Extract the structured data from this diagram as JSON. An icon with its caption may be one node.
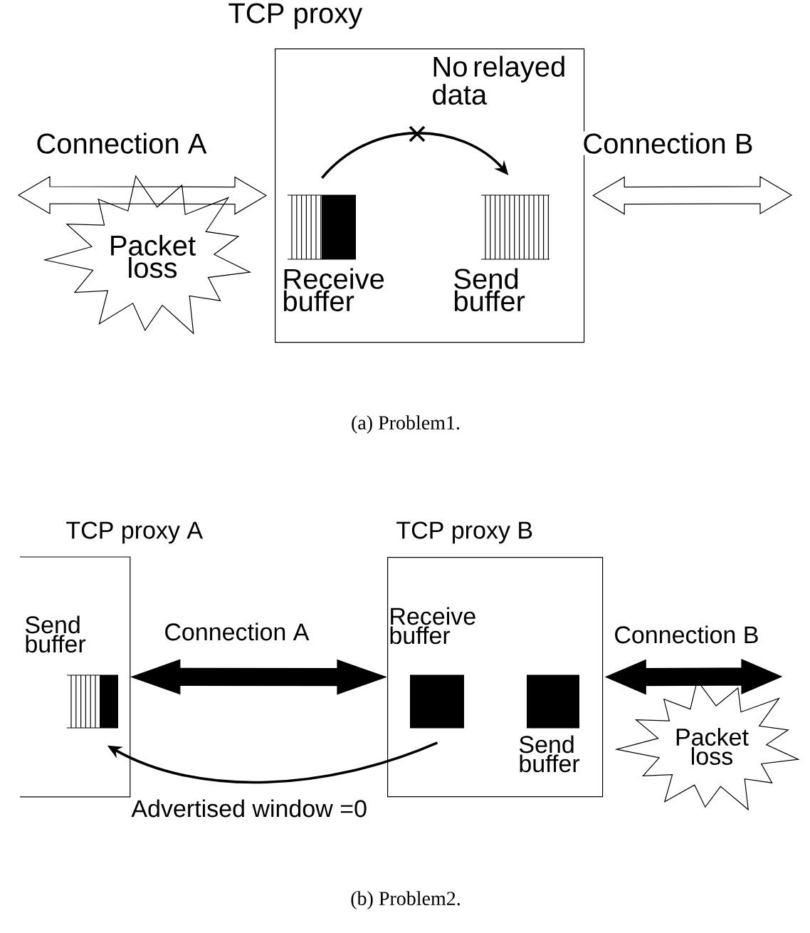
{
  "diagram": {
    "nodes": [
      {
        "text": [
          "TCP proxy"
        ]
      },
      {
        "text": [
          "Receive buffer"
        ],
        "in": 0
      },
      {
        "text": [
          "Send buffer"
        ],
        "in": 0
      },
      {
        "text": [
          "Packet loss"
        ]
      },
      {
        "text": [
          "TCP proxy A"
        ]
      },
      {
        "text": [
          "Send buffer"
        ],
        "in": 4
      },
      {
        "text": [
          "TCP proxy B"
        ]
      },
      {
        "text": [
          "Receive buffer"
        ],
        "in": 6
      },
      {
        "text": [
          "Send buffer"
        ],
        "in": 6
      },
      {
        "text": [
          "Packet loss"
        ]
      }
    ],
    "edges": [
      {
        "from": null,
        "to": 0,
        "arrow": "both",
        "label": "Connection A"
      },
      {
        "from": 1,
        "to": 2,
        "arrow": "to",
        "label": "No relayed data"
      },
      {
        "from": 0,
        "to": null,
        "arrow": "both",
        "label": "Connection B"
      },
      {
        "from": 4,
        "to": 6,
        "arrow": "both",
        "label": "Connection A",
        "style": "thick"
      },
      {
        "from": 6,
        "to": null,
        "arrow": "both",
        "label": "Connection B",
        "style": "thick"
      },
      {
        "from": 7,
        "to": 5,
        "arrow": "to",
        "label": "Advertised window =0"
      }
    ],
    "labels": [
      "(a) Problem1.",
      "(b) Problem2."
    ]
  }
}
